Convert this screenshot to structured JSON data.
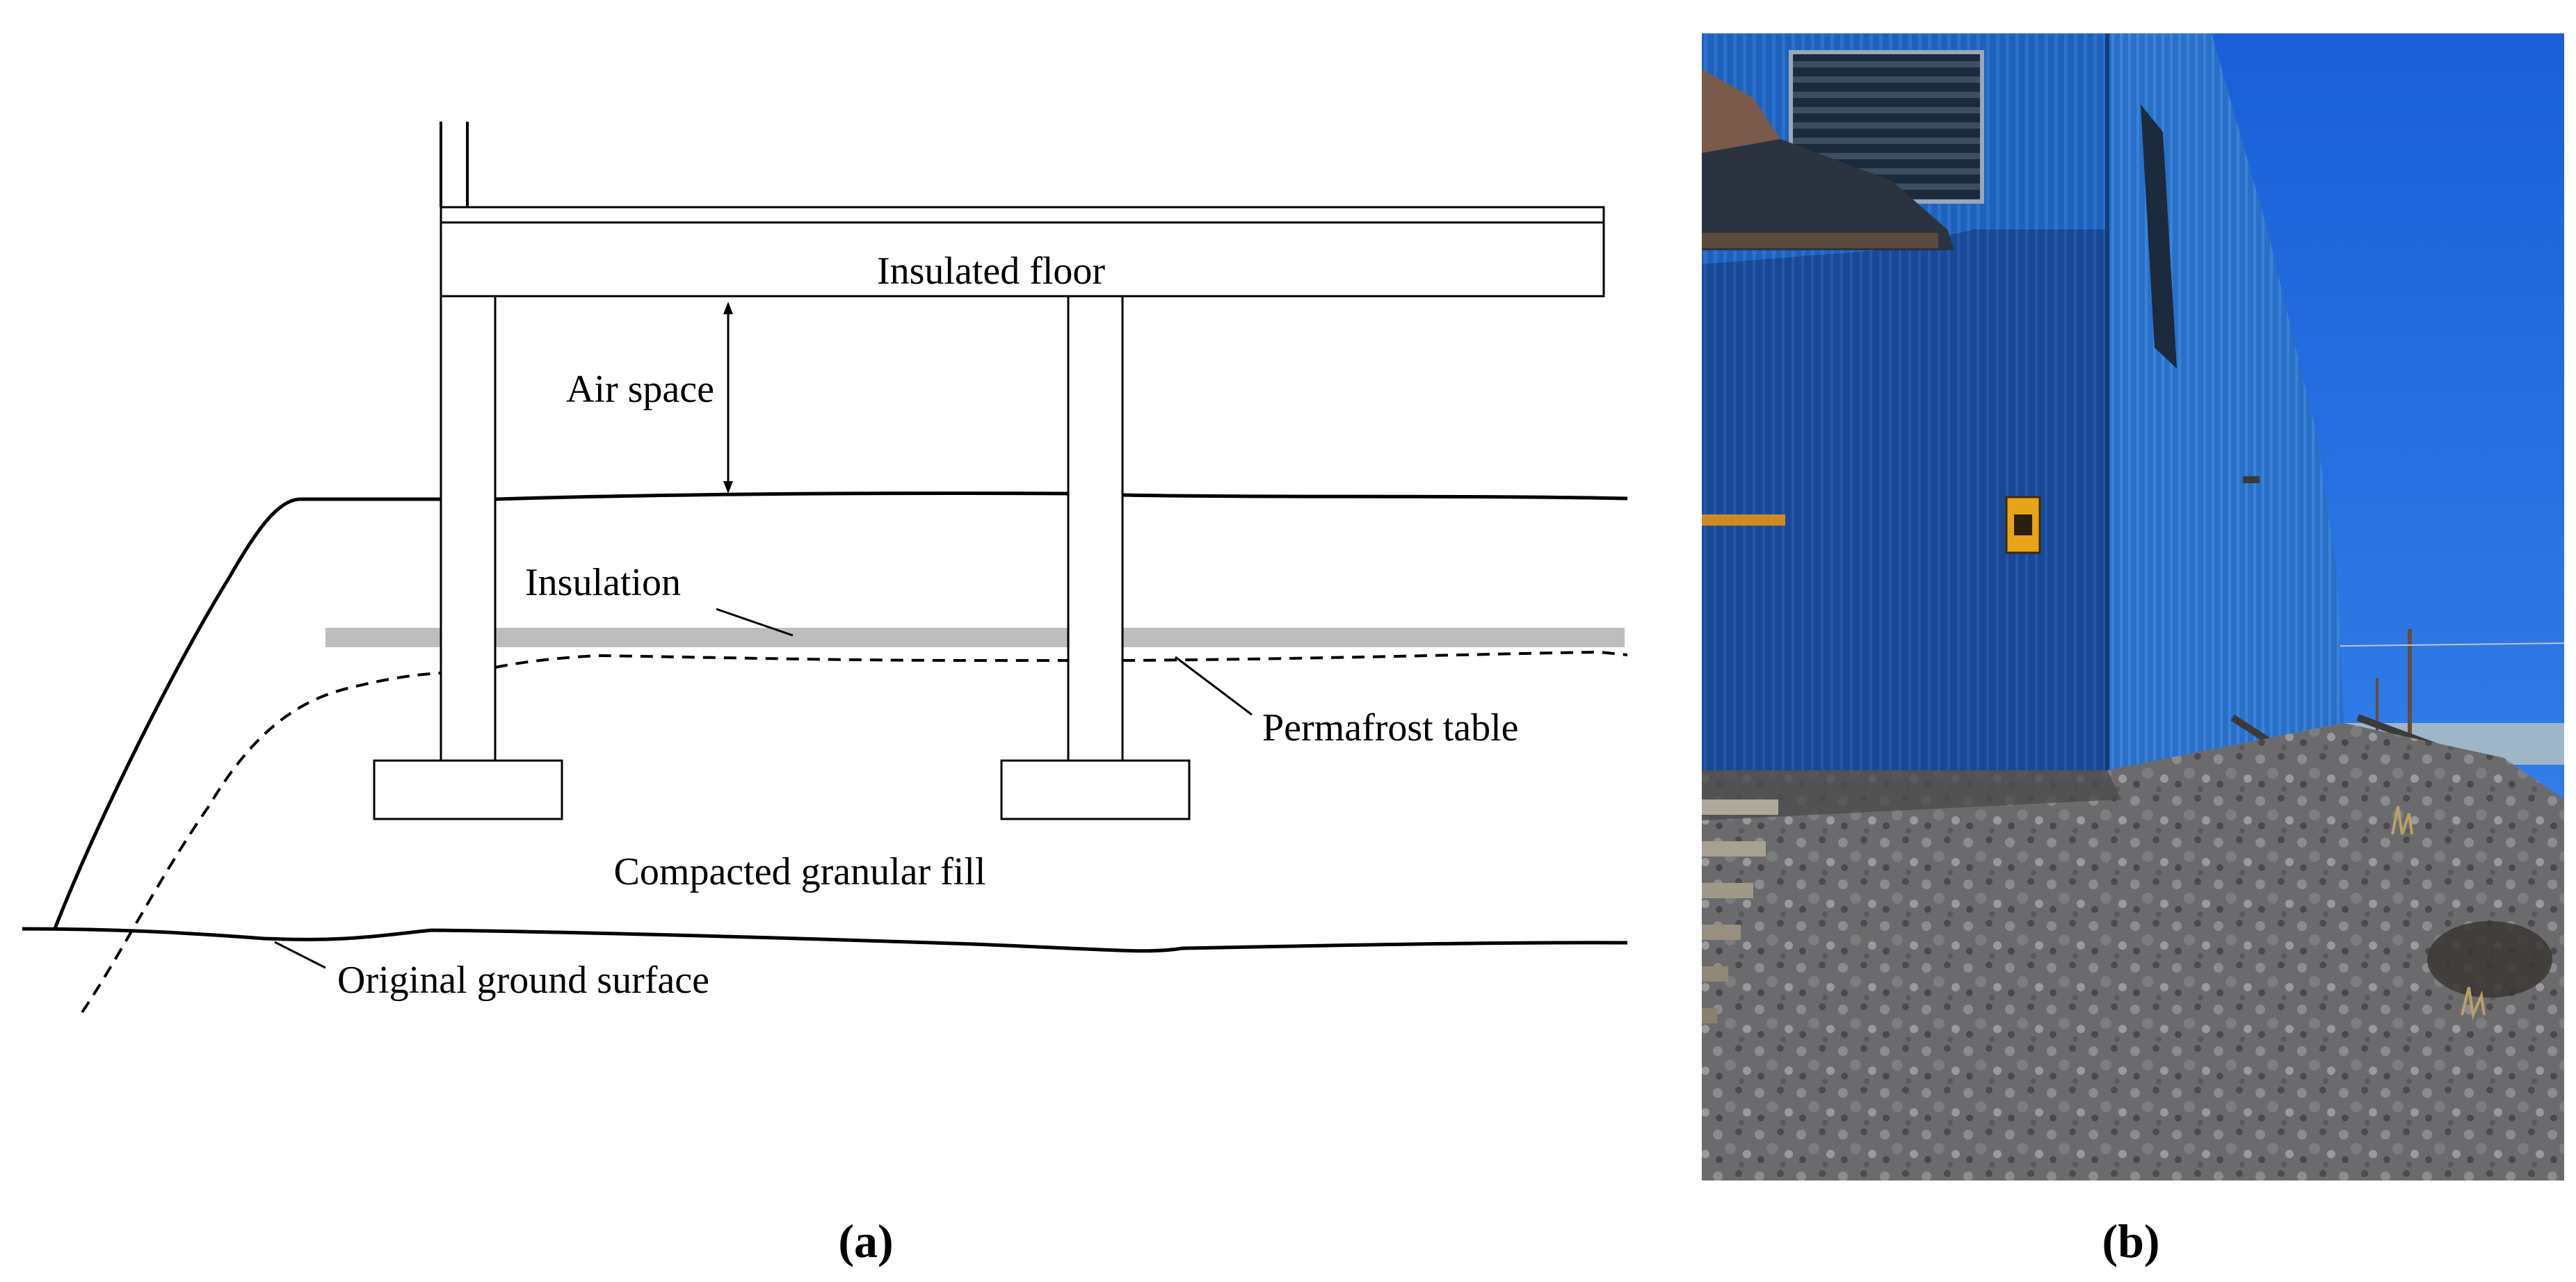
{
  "panel_a": {
    "labels": {
      "insulated_floor": "Insulated floor",
      "air_space": "Air space",
      "insulation": "Insulation",
      "permafrost_table": "Permafrost table",
      "compacted_fill": "Compacted granular fill",
      "original_ground": "Original ground surface"
    },
    "caption": "(a)"
  },
  "panel_b": {
    "caption": "(b)",
    "colors": {
      "sky": "#1f6fe0",
      "building_wall": "#1d5fb8",
      "shadow_wall": "#153f85",
      "gravel": "#6a6a6c"
    }
  }
}
